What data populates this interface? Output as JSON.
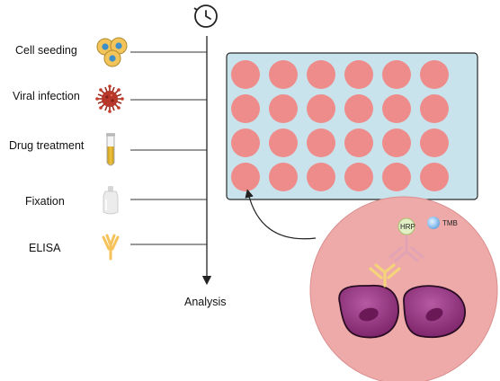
{
  "steps": [
    {
      "label": "Cell seeding",
      "icon": "cell-cluster-icon"
    },
    {
      "label": "Viral infection",
      "icon": "virus-icon"
    },
    {
      "label": "Drug treatment",
      "icon": "test-tube-icon"
    },
    {
      "label": "Fixation",
      "icon": "fixative-bottle-icon"
    },
    {
      "label": "ELISA",
      "icon": "antibody-icon"
    }
  ],
  "timeline": {
    "icon": "clock-icon",
    "end_label": "Analysis"
  },
  "plate": {
    "rows": 4,
    "columns": 6,
    "well_color": "#ee8c8c",
    "plate_color": "#c9e3ec"
  },
  "zoom": {
    "hrp_label": "HRP",
    "tmb_label": "TMB",
    "circle_color": "#eeaaa8",
    "cell_color": "#8e2d7a",
    "antibody_color": "#f5d37a"
  }
}
